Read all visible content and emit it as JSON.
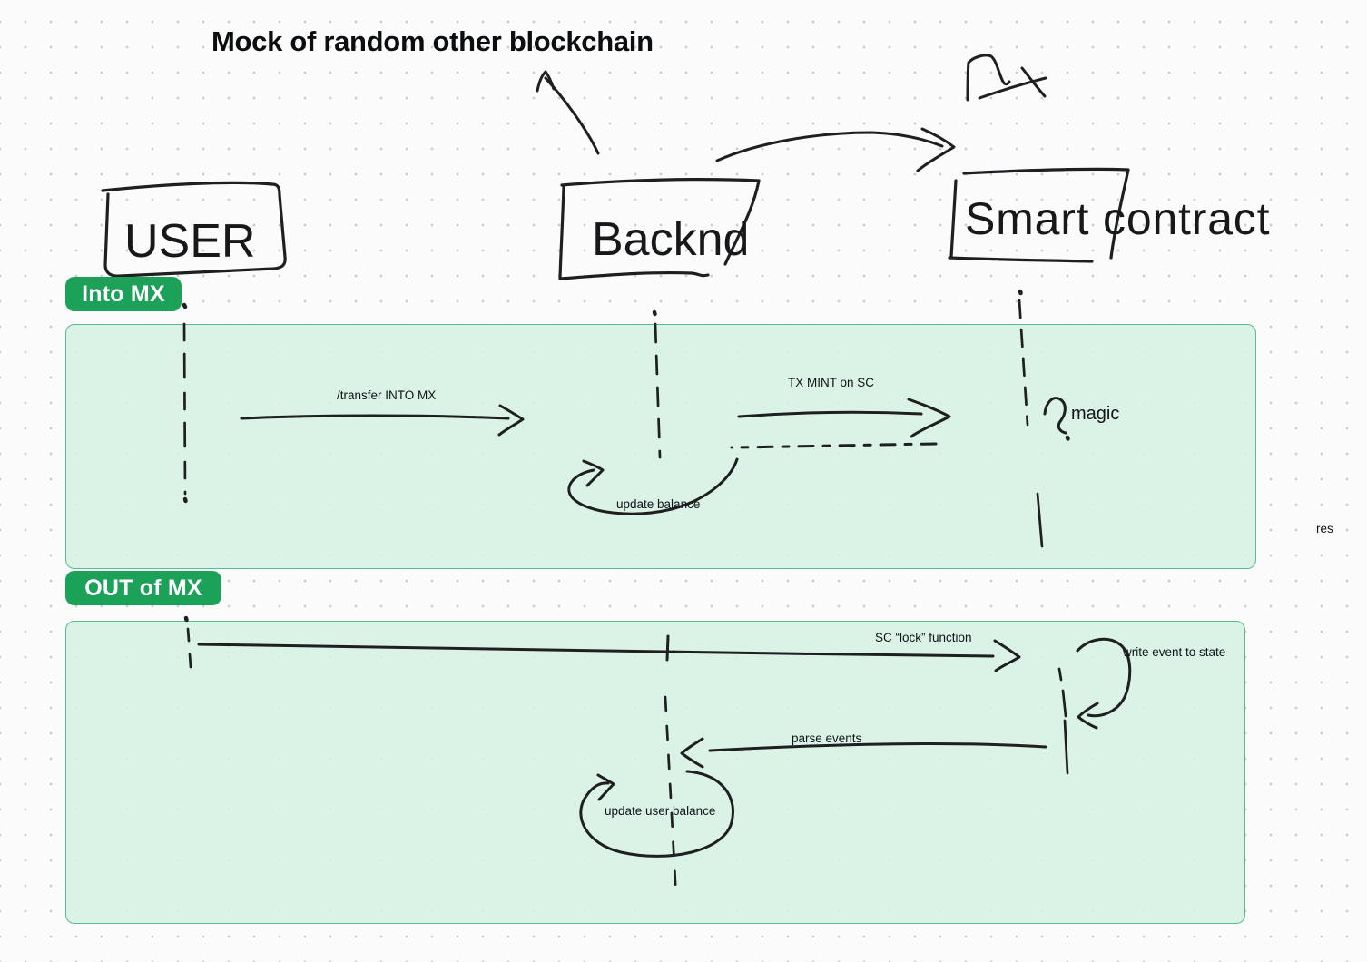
{
  "title": "Mock of random other blockchain",
  "actors": {
    "user": "USER",
    "backend": "Backnd",
    "smart_contract": "Smart contract"
  },
  "badges": {
    "into_mx": "Into MX",
    "out_of_mx": "OUT of MX"
  },
  "labels": {
    "transfer_into_mx": "/transfer INTO MX",
    "tx_mint_on_sc": "TX MINT on SC",
    "update_balance": "update balance",
    "magic": "magic",
    "sc_lock_function": "SC “lock” function",
    "write_event_to_state": "write event to state",
    "parse_events": "parse events",
    "update_user_balance": "update user balance",
    "res": "res"
  },
  "icons": {
    "mx_scribble": "MX handwritten scribble"
  },
  "colors": {
    "badge_green": "#1ba158",
    "section_fill": "#d8f1e5",
    "section_border": "#58bd8c",
    "ink": "#1e1f21",
    "background": "#fbfbfc"
  }
}
